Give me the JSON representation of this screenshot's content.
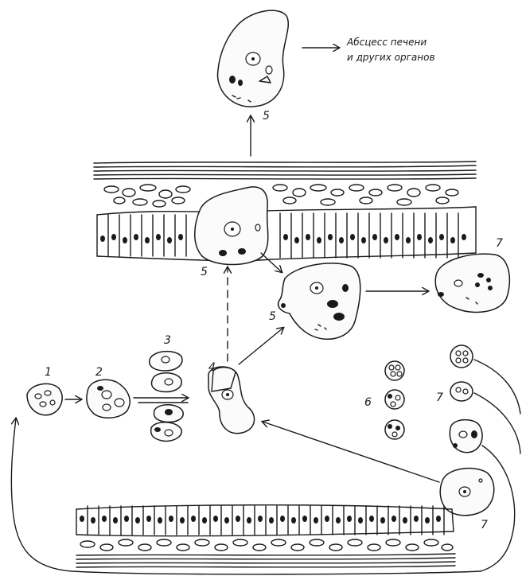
{
  "annotation": {
    "line1": "Абсцесс печени",
    "line2": "и других органов"
  },
  "stages": {
    "s1": "1",
    "s2": "2",
    "s3": "3",
    "s4": "4",
    "s5_top": "5",
    "s5_mid": "5",
    "s5_low": "5",
    "s6": "6",
    "s7_top": "7",
    "s7_mid": "7",
    "s7_low": "7"
  }
}
